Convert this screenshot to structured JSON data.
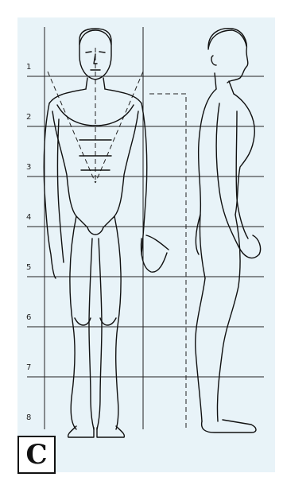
{
  "figure": {
    "row_labels": [
      "1",
      "2",
      "3",
      "4",
      "5",
      "6",
      "7",
      "8"
    ],
    "plate_letter": "C",
    "colors": {
      "panel_background": "#e8f3f8",
      "outline": "#111111",
      "grid_lines": "#222222"
    }
  }
}
